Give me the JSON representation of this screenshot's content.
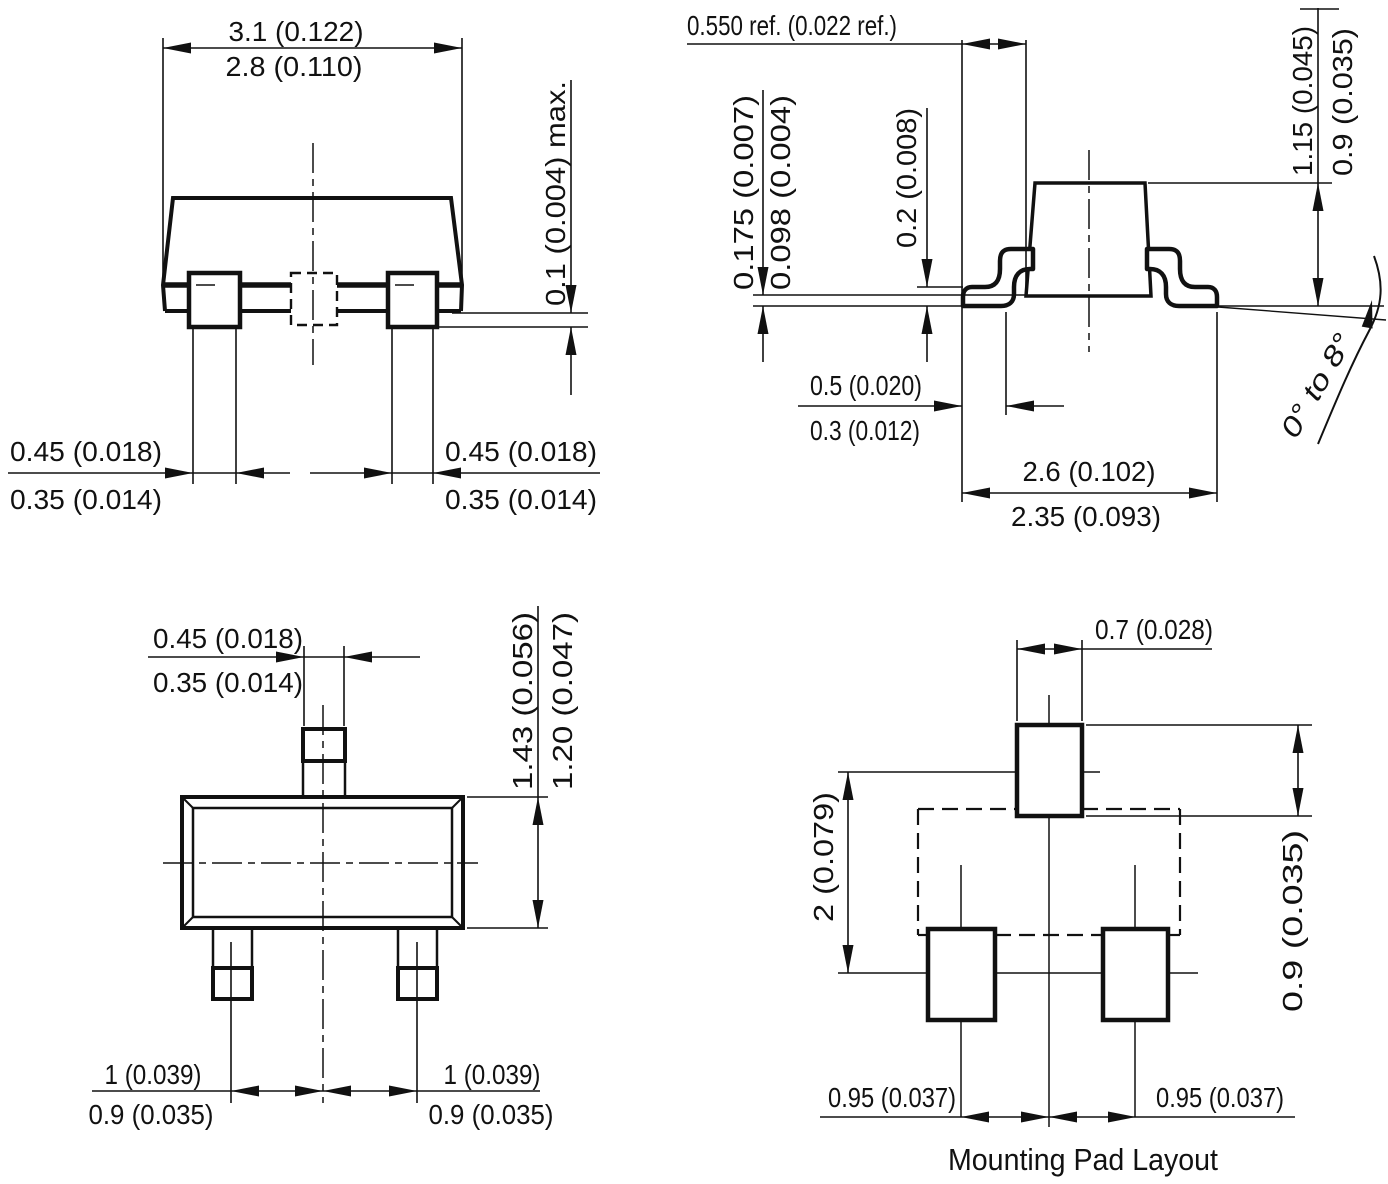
{
  "views": {
    "front": {
      "body_width_max": "3.1 (0.122)",
      "body_width_min": "2.8 (0.110)",
      "standoff": "0.1 (0.004) max.",
      "lead_width_left": {
        "max": "0.45 (0.018)",
        "min": "0.35 (0.014)"
      },
      "lead_width_right": {
        "max": "0.45 (0.018)",
        "min": "0.35 (0.014)"
      }
    },
    "side": {
      "lead_length_ref": "0.550 ref. (0.022 ref.)",
      "standoff": {
        "max": "0.175 (0.007)",
        "min": "0.098 (0.004)"
      },
      "lead_thickness": "0.2 (0.008)",
      "body_height": {
        "max": "1.15 (0.045)",
        "min": "0.9 (0.035)"
      },
      "foot_length": {
        "max": "0.5 (0.020)",
        "min": "0.3 (0.012)"
      },
      "lead_span": {
        "max": "2.6 (0.102)",
        "min": "2.35 (0.093)"
      },
      "foot_angle": "0° to 8°"
    },
    "top": {
      "lead_width": {
        "max": "0.45 (0.018)",
        "min": "0.35 (0.014)"
      },
      "body_depth": {
        "max": "1.43 (0.056)",
        "min": "1.20 (0.047)"
      },
      "lead_pitch_left": {
        "max": "1 (0.039)",
        "min": "0.9 (0.035)"
      },
      "lead_pitch_right": {
        "max": "1 (0.039)",
        "min": "0.9 (0.035)"
      }
    },
    "pad_layout": {
      "caption": "Mounting Pad Layout",
      "pad_width": "0.7 (0.028)",
      "pad_row_spacing": "2 (0.079)",
      "pad_height": "0.9 (0.035)",
      "pad_pitch_left": "0.95 (0.037)",
      "pad_pitch_right": "0.95 (0.037)"
    }
  }
}
